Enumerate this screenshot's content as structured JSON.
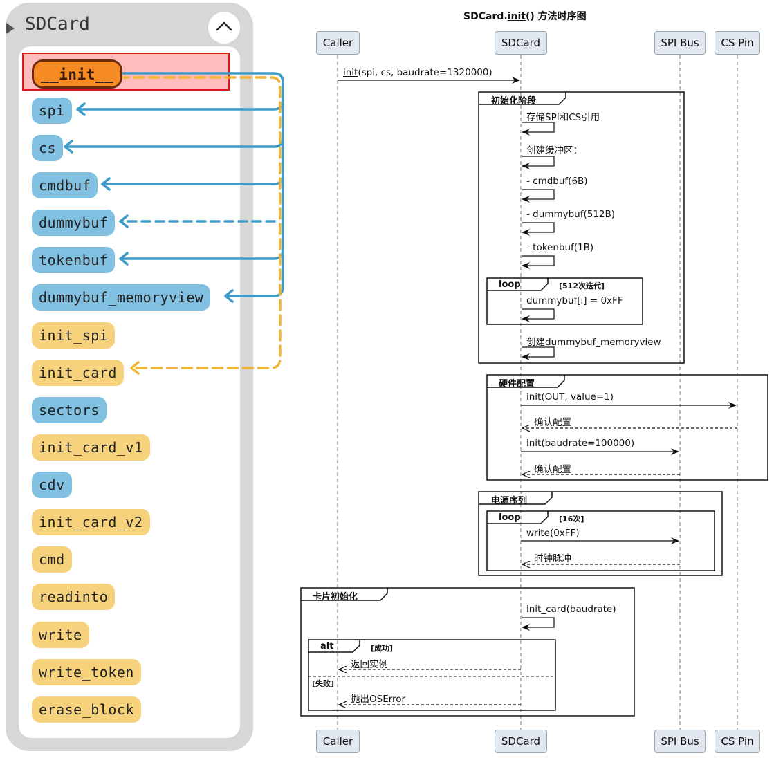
{
  "panel": {
    "title": "SDCard",
    "expand_icon": "triangle-right-icon",
    "collapse_icon": "chevron-up-icon",
    "methods": [
      {
        "label": "__init__",
        "color": "orange",
        "selected": true
      },
      {
        "label": "spi",
        "color": "blue"
      },
      {
        "label": "cs",
        "color": "blue"
      },
      {
        "label": "cmdbuf",
        "color": "blue"
      },
      {
        "label": "dummybuf",
        "color": "blue"
      },
      {
        "label": "tokenbuf",
        "color": "blue"
      },
      {
        "label": "dummybuf_memoryview",
        "color": "blue"
      },
      {
        "label": "init_spi",
        "color": "yellow"
      },
      {
        "label": "init_card",
        "color": "yellow"
      },
      {
        "label": "sectors",
        "color": "blue"
      },
      {
        "label": "init_card_v1",
        "color": "yellow"
      },
      {
        "label": "cdv",
        "color": "blue"
      },
      {
        "label": "init_card_v2",
        "color": "yellow"
      },
      {
        "label": "cmd",
        "color": "yellow"
      },
      {
        "label": "readinto",
        "color": "yellow"
      },
      {
        "label": "write",
        "color": "yellow"
      },
      {
        "label": "write_token",
        "color": "yellow"
      },
      {
        "label": "erase_block",
        "color": "yellow"
      }
    ],
    "colors": {
      "attribute": "#82c0e2",
      "method": "#f6d27d",
      "selected": "#f68b24",
      "edge_blue": "#3f9cc8",
      "edge_yellow": "#f0b537",
      "highlight": "#ffbcbc",
      "highlight_border": "#e11616"
    }
  },
  "sequence": {
    "title_prefix": "SDCard.",
    "title_method": "init",
    "title_suffix": "() 方法时序图",
    "participants": [
      "Caller",
      "SDCard",
      "SPI Bus",
      "CS Pin"
    ],
    "messages": {
      "m1_method": "init",
      "m1_args": "(spi, cs, baudrate=1320000)",
      "store_refs": "存储SPI和CS引用",
      "create_buffers": "创建缓冲区：",
      "cmdbuf": "- cmdbuf(6B)",
      "dummybuf": "- dummybuf(512B)",
      "tokenbuf": "- tokenbuf(1B)",
      "dummy_fill": "dummybuf[i] = 0xFF",
      "create_mv": "创建dummybuf_memoryview",
      "cs_init": "init(OUT, value=1)",
      "ack1": "确认配置",
      "spi_init": "init(baudrate=100000)",
      "ack2": "确认配置",
      "write_ff": "write(0xFF)",
      "clock": "时钟脉冲",
      "init_card": "init_card(baudrate)",
      "return_inst": "返回实例",
      "raise_err": "抛出OSError"
    },
    "frames": {
      "init_phase": "初始化阶段",
      "loop1": "loop",
      "loop1_guard": "[512次迭代]",
      "hw_config": "硬件配置",
      "power_seq": "电源序列",
      "loop2": "loop",
      "loop2_guard": "[16次]",
      "card_init": "卡片初始化",
      "alt": "alt",
      "alt_guard": "[成功]",
      "else_guard": "[失败]"
    }
  }
}
